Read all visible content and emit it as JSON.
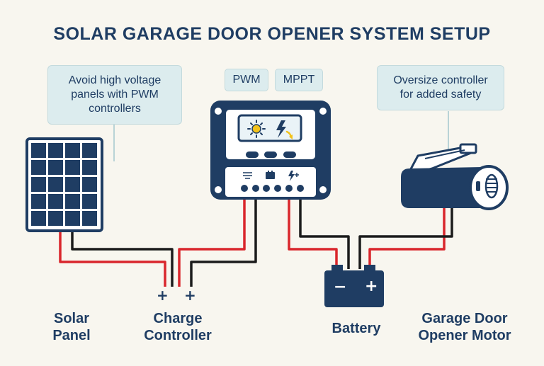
{
  "title": "SOLAR GARAGE DOOR OPENER SYSTEM SETUP",
  "callouts": {
    "pwm_warning": [
      "Avoid high voltage",
      "panels with PWM",
      "controllers"
    ],
    "oversize": [
      "Oversize controller",
      "for added safety"
    ]
  },
  "tags": {
    "pwm": "PWM",
    "mppt": "MPPT"
  },
  "labels": {
    "solar_panel": [
      "Solar",
      "Panel"
    ],
    "charge_controller": [
      "Charge",
      "Controller"
    ],
    "battery": "Battery",
    "motor": [
      "Garage Door",
      "Opener Motor"
    ]
  },
  "terminals": {
    "plus": "+",
    "minus": "−"
  },
  "colors": {
    "navy": "#1f3d63",
    "wire_red": "#d9262c",
    "wire_black": "#1b1b1b",
    "callout_bg": "#dcecee",
    "background": "#f8f6ef",
    "accent_yellow": "#f2c21b"
  },
  "icons": [
    "sun-icon",
    "lightning-bolt-icon",
    "solar-panel-icon",
    "battery-icon",
    "load-icon",
    "motor-icon"
  ]
}
